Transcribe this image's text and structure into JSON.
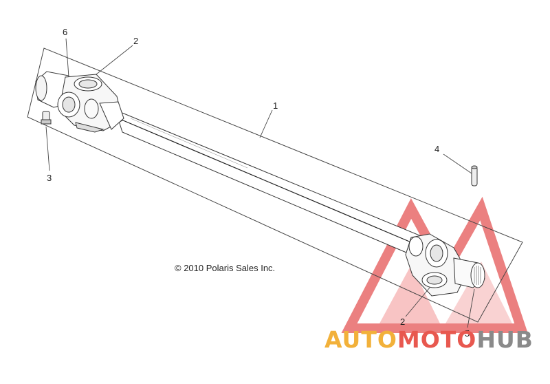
{
  "diagram": {
    "callouts": [
      "6",
      "2",
      "1",
      "3",
      "4",
      "2",
      "5"
    ],
    "copyright": "© 2010 Polaris Sales Inc."
  },
  "watermark": {
    "auto": "AUTO",
    "moto": "MOTO",
    "hub": "HUB",
    "colors": {
      "triangle": "#e86a6a",
      "auto": "#f2b13a",
      "moto": "#e8584f",
      "hub": "#8a8a8a"
    }
  }
}
